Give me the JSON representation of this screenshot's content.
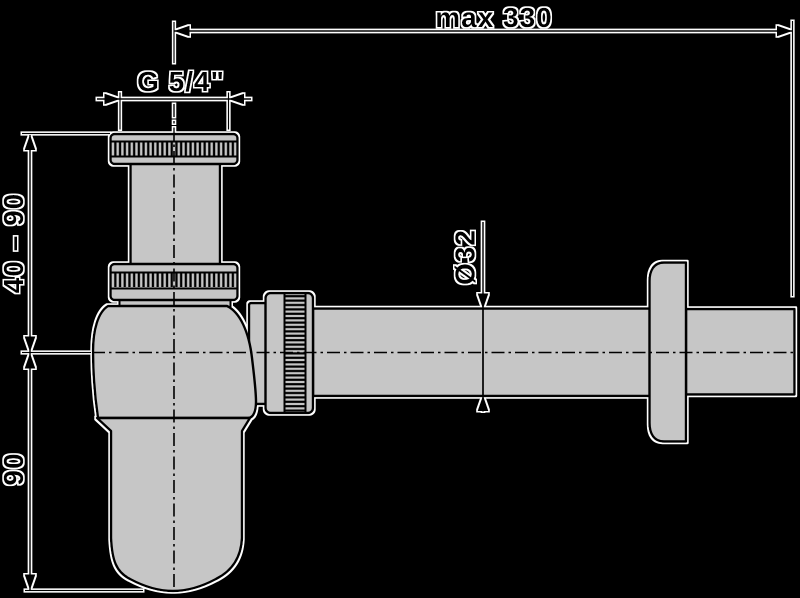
{
  "colors": {
    "background": "#000000",
    "part_fill": "#c6c6c6",
    "line": "#000000",
    "halo": "#ffffff"
  },
  "dimensions": {
    "max_width": {
      "label": "max 330"
    },
    "thread": {
      "label": "G 5/4\""
    },
    "height_adjust": {
      "label": "40 – 90"
    },
    "trap_depth": {
      "label": "90"
    },
    "pipe_diameter": {
      "label": "Ø32"
    }
  },
  "parts": [
    "inlet-nut",
    "inlet-tube",
    "body-nut",
    "trap-body",
    "trap-cup",
    "outlet-collar",
    "outlet-nut",
    "outlet-pipe",
    "wall-flange",
    "wall-pipe"
  ]
}
